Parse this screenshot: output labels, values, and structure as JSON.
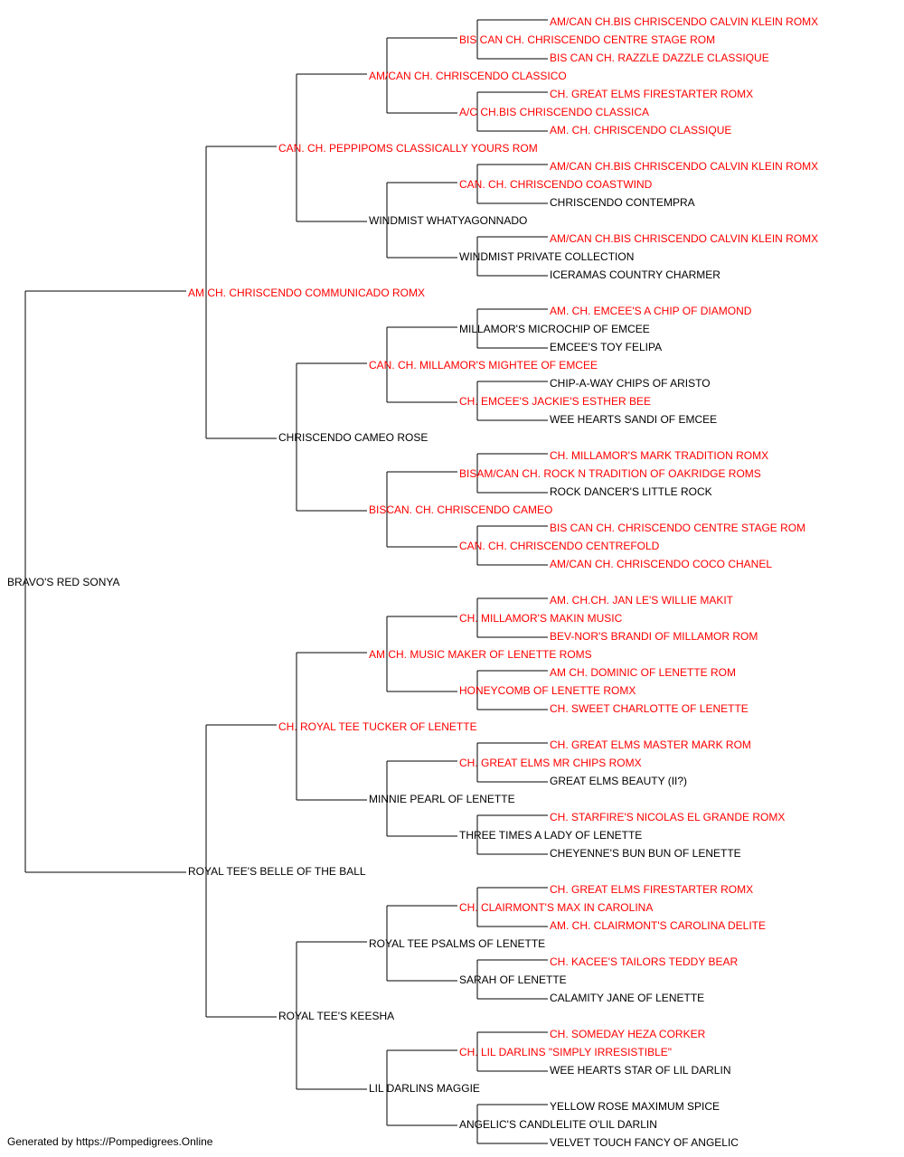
{
  "colors": {
    "titled": "#ff0000",
    "plain": "#000000",
    "connector": "#000000"
  },
  "pedigree": {
    "name": "BRAVO'S RED SONYA",
    "titled": false,
    "sire": {
      "name": "AM CH. CHRISCENDO COMMUNICADO ROMX",
      "titled": true,
      "sire": {
        "name": "CAN. CH. PEPPIPOMS CLASSICALLY YOURS ROM",
        "titled": true,
        "sire": {
          "name": "AM/CAN CH. CHRISCENDO CLASSICO",
          "titled": true,
          "sire": {
            "name": "BIS CAN CH. CHRISCENDO CENTRE STAGE ROM",
            "titled": true,
            "sire": {
              "name": "AM/CAN CH.BIS CHRISCENDO CALVIN KLEIN ROMX",
              "titled": true
            },
            "dam": {
              "name": "BIS CAN CH. RAZZLE DAZZLE CLASSIQUE",
              "titled": true
            }
          },
          "dam": {
            "name": "A/C CH.BIS CHRISCENDO CLASSICA",
            "titled": true,
            "sire": {
              "name": "CH. GREAT ELMS FIRESTARTER ROMX",
              "titled": true
            },
            "dam": {
              "name": "AM. CH. CHRISCENDO CLASSIQUE",
              "titled": true
            }
          }
        },
        "dam": {
          "name": "WINDMIST WHATYAGONNADO",
          "titled": false,
          "sire": {
            "name": "CAN. CH. CHRISCENDO COASTWIND",
            "titled": true,
            "sire": {
              "name": "AM/CAN CH.BIS CHRISCENDO CALVIN KLEIN ROMX",
              "titled": true
            },
            "dam": {
              "name": "CHRISCENDO CONTEMPRA",
              "titled": false
            }
          },
          "dam": {
            "name": "WINDMIST PRIVATE COLLECTION",
            "titled": false,
            "sire": {
              "name": "AM/CAN CH.BIS CHRISCENDO CALVIN KLEIN ROMX",
              "titled": true
            },
            "dam": {
              "name": "ICERAMAS COUNTRY CHARMER",
              "titled": false
            }
          }
        }
      },
      "dam": {
        "name": "CHRISCENDO CAMEO ROSE",
        "titled": false,
        "sire": {
          "name": "CAN. CH. MILLAMOR'S MIGHTEE OF EMCEE",
          "titled": true,
          "sire": {
            "name": "MILLAMOR'S MICROCHIP OF EMCEE",
            "titled": false,
            "sire": {
              "name": "AM. CH. EMCEE'S A CHIP OF DIAMOND",
              "titled": true
            },
            "dam": {
              "name": "EMCEE'S TOY FELIPA",
              "titled": false
            }
          },
          "dam": {
            "name": "CH. EMCEE'S JACKIE'S ESTHER BEE",
            "titled": true,
            "sire": {
              "name": "CHIP-A-WAY CHIPS OF ARISTO",
              "titled": false
            },
            "dam": {
              "name": "WEE HEARTS SANDI OF EMCEE",
              "titled": false
            }
          }
        },
        "dam": {
          "name": "BISCAN. CH. CHRISCENDO CAMEO",
          "titled": true,
          "sire": {
            "name": "BISAM/CAN CH. ROCK N TRADITION OF OAKRIDGE ROMS",
            "titled": true,
            "sire": {
              "name": "CH. MILLAMOR'S MARK TRADITION ROMX",
              "titled": true
            },
            "dam": {
              "name": "ROCK DANCER'S LITTLE ROCK",
              "titled": false
            }
          },
          "dam": {
            "name": "CAN. CH. CHRISCENDO CENTREFOLD",
            "titled": true,
            "sire": {
              "name": "BIS CAN CH. CHRISCENDO CENTRE STAGE ROM",
              "titled": true
            },
            "dam": {
              "name": "AM/CAN CH. CHRISCENDO COCO CHANEL",
              "titled": true
            }
          }
        }
      }
    },
    "dam": {
      "name": "ROYAL TEE'S BELLE OF THE BALL",
      "titled": false,
      "sire": {
        "name": "CH. ROYAL TEE TUCKER OF LENETTE",
        "titled": true,
        "sire": {
          "name": "AM CH. MUSIC MAKER OF LENETTE ROMS",
          "titled": true,
          "sire": {
            "name": "CH. MILLAMOR'S MAKIN MUSIC",
            "titled": true,
            "sire": {
              "name": "AM. CH.CH. JAN LE'S WILLIE MAKIT",
              "titled": true
            },
            "dam": {
              "name": "BEV-NOR'S BRANDI OF MILLAMOR ROM",
              "titled": true
            }
          },
          "dam": {
            "name": "HONEYCOMB OF LENETTE ROMX",
            "titled": true,
            "sire": {
              "name": "AM CH. DOMINIC OF LENETTE ROM",
              "titled": true
            },
            "dam": {
              "name": "CH. SWEET CHARLOTTE OF LENETTE",
              "titled": true
            }
          }
        },
        "dam": {
          "name": "MINNIE PEARL OF LENETTE",
          "titled": false,
          "sire": {
            "name": "CH. GREAT ELMS MR CHIPS ROMX",
            "titled": true,
            "sire": {
              "name": "CH. GREAT ELMS MASTER MARK ROM",
              "titled": true
            },
            "dam": {
              "name": "GREAT ELMS BEAUTY (II?)",
              "titled": false
            }
          },
          "dam": {
            "name": "THREE TIMES A LADY OF LENETTE",
            "titled": false,
            "sire": {
              "name": "CH. STARFIRE'S NICOLAS EL GRANDE ROMX",
              "titled": true
            },
            "dam": {
              "name": "CHEYENNE'S BUN BUN OF LENETTE",
              "titled": false
            }
          }
        }
      },
      "dam": {
        "name": "ROYAL TEE'S KEESHA",
        "titled": false,
        "sire": {
          "name": "ROYAL TEE PSALMS OF LENETTE",
          "titled": false,
          "sire": {
            "name": "CH. CLAIRMONT'S MAX IN CAROLINA",
            "titled": true,
            "sire": {
              "name": "CH. GREAT ELMS FIRESTARTER ROMX",
              "titled": true
            },
            "dam": {
              "name": "AM. CH. CLAIRMONT'S CAROLINA DELITE",
              "titled": true
            }
          },
          "dam": {
            "name": "SARAH OF LENETTE",
            "titled": false,
            "sire": {
              "name": "CH. KACEE'S TAILORS TEDDY BEAR",
              "titled": true
            },
            "dam": {
              "name": "CALAMITY JANE OF LENETTE",
              "titled": false
            }
          }
        },
        "dam": {
          "name": "LIL DARLINS MAGGIE",
          "titled": false,
          "sire": {
            "name": "CH. LIL DARLINS \"SIMPLY IRRESISTIBLE\"",
            "titled": true,
            "sire": {
              "name": "CH. SOMEDAY HEZA CORKER",
              "titled": true
            },
            "dam": {
              "name": "WEE HEARTS STAR OF LIL DARLIN",
              "titled": false
            }
          },
          "dam": {
            "name": "ANGELIC'S CANDLELITE O'LIL DARLIN",
            "titled": false,
            "sire": {
              "name": "YELLOW ROSE MAXIMUM SPICE",
              "titled": false
            },
            "dam": {
              "name": "VELVET TOUCH FANCY OF ANGELIC",
              "titled": false
            }
          }
        }
      }
    }
  },
  "footer": {
    "text": "Generated by https://Pompedigrees.Online"
  }
}
